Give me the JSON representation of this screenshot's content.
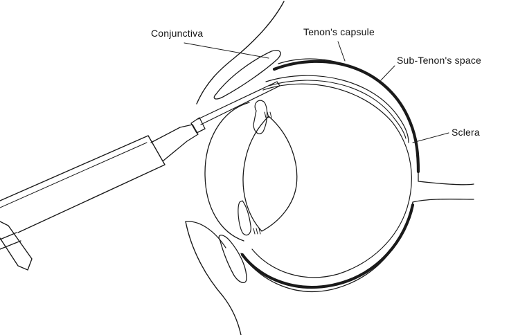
{
  "labels": {
    "conjunctiva": "Conjunctiva",
    "tenons_capsule": "Tenon's capsule",
    "sub_tenons_space": "Sub-Tenon's space",
    "sclera": "Sclera"
  },
  "colors": {
    "line": "#1a1a1a",
    "background": "#ffffff"
  }
}
